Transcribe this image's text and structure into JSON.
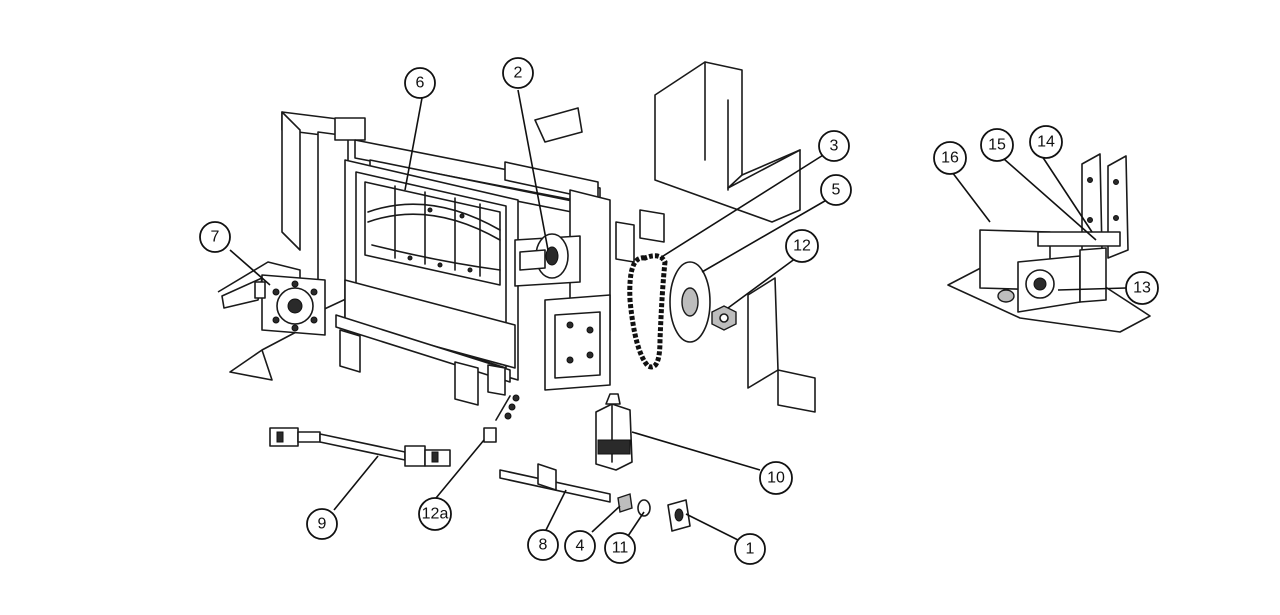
{
  "callouts": [
    {
      "id": "1",
      "label": "1"
    },
    {
      "id": "2",
      "label": "2"
    },
    {
      "id": "3",
      "label": "3"
    },
    {
      "id": "4",
      "label": "4"
    },
    {
      "id": "5",
      "label": "5"
    },
    {
      "id": "6",
      "label": "6"
    },
    {
      "id": "7",
      "label": "7"
    },
    {
      "id": "8",
      "label": "8"
    },
    {
      "id": "9",
      "label": "9"
    },
    {
      "id": "10",
      "label": "10"
    },
    {
      "id": "11",
      "label": "11"
    },
    {
      "id": "12",
      "label": "12"
    },
    {
      "id": "12a",
      "label": "12a"
    },
    {
      "id": "13",
      "label": "13"
    },
    {
      "id": "14",
      "label": "14"
    },
    {
      "id": "15",
      "label": "15"
    },
    {
      "id": "16",
      "label": "16"
    }
  ]
}
